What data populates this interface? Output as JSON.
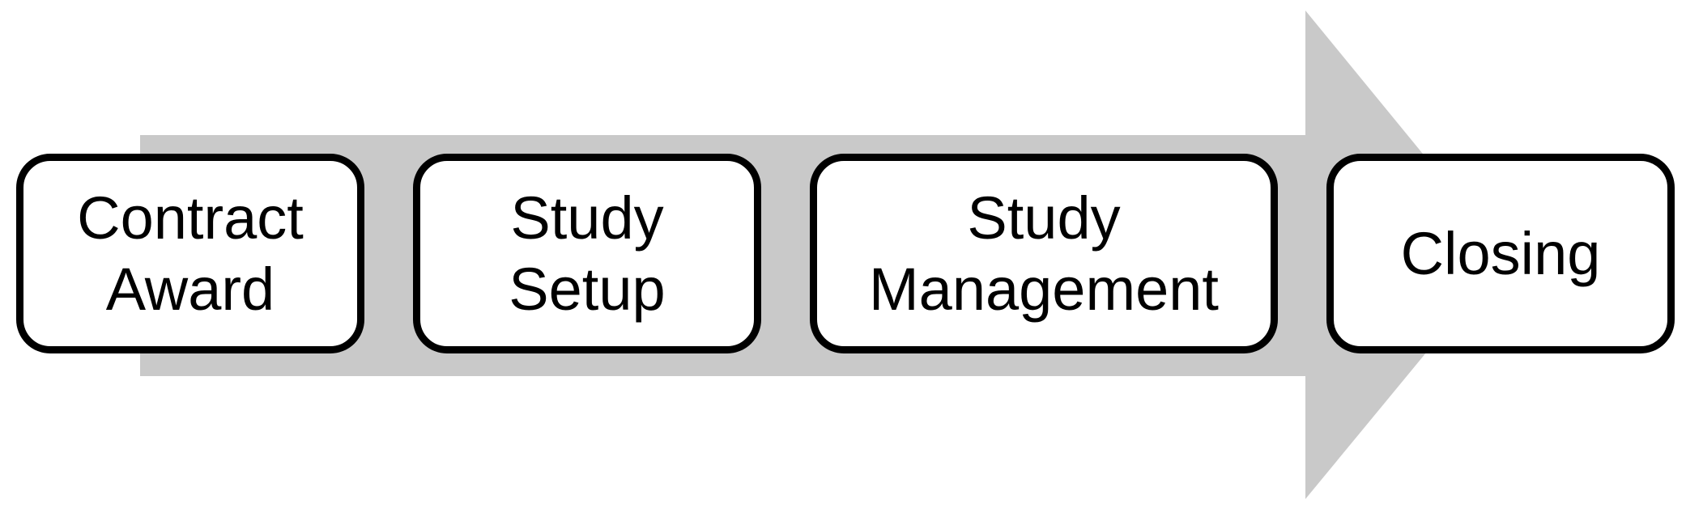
{
  "figure": {
    "type": "process-flow-arrow",
    "direction": "left-to-right",
    "background_color": "#ffffff",
    "arrow": {
      "fill_color": "#c9c9c9"
    },
    "box_style": {
      "fill_color": "#ffffff",
      "border_color": "#000000",
      "text_color": "#000000"
    },
    "steps": [
      {
        "id": "contract-award",
        "label": "Contract Award",
        "lines": [
          "Contract",
          "Award"
        ]
      },
      {
        "id": "study-setup",
        "label": "Study Setup",
        "lines": [
          "Study",
          "Setup"
        ]
      },
      {
        "id": "study-management",
        "label": "Study Management",
        "lines": [
          "Study",
          "Management"
        ]
      },
      {
        "id": "closing",
        "label": "Closing",
        "lines": [
          "Closing"
        ]
      }
    ]
  }
}
